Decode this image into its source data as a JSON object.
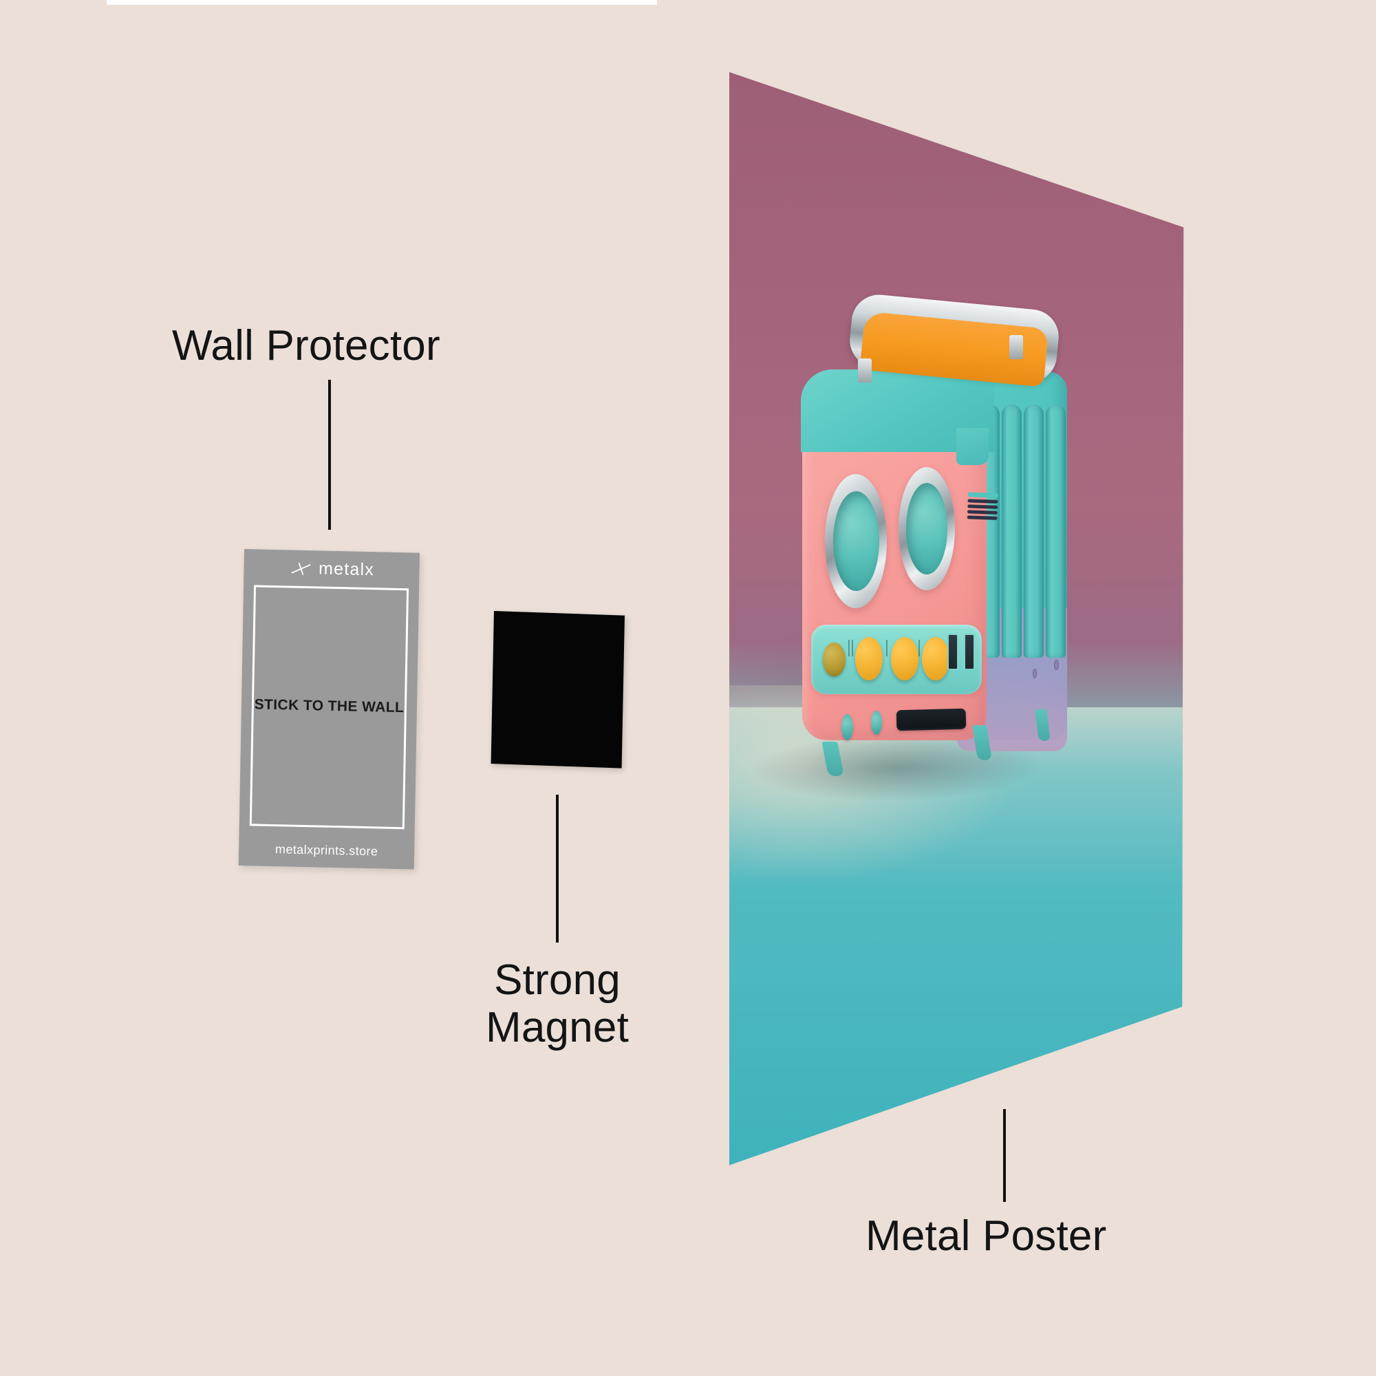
{
  "background_color": "#ebdfd7",
  "callouts": [
    {
      "id": "wall-protector",
      "label": "Wall Protector",
      "lines": [
        "Wall Protector"
      ]
    },
    {
      "id": "strong-magnet",
      "label": "Strong Magnet",
      "lines": [
        "Strong",
        "Magnet"
      ]
    },
    {
      "id": "metal-poster",
      "label": "Metal Poster",
      "lines": [
        "Metal Poster"
      ]
    }
  ],
  "wall_protector_card": {
    "brand_name": "metalx",
    "brand_mark": "metalx-cross-icon",
    "headline": "STICK TO THE WALL",
    "url": "metalxprints.store",
    "card_color": "#9a9a9a",
    "border_color": "#ffffff",
    "headline_color": "#1b1b1b"
  },
  "magnet": {
    "name": "Strong Magnet",
    "color": "#050505"
  },
  "metal_poster": {
    "name": "Metal Poster",
    "artwork_subject": "retro pastel radio cassette player",
    "artwork_colors": {
      "background_top": "#a4647c",
      "background_bottom": "#3fb0ba",
      "device_body_pink": "#f79e9c",
      "device_body_teal": "#55c7c1",
      "handle_orange": "#f79b22",
      "knob_yellow": "#f7b635",
      "chrome": "#cfd6da"
    }
  }
}
